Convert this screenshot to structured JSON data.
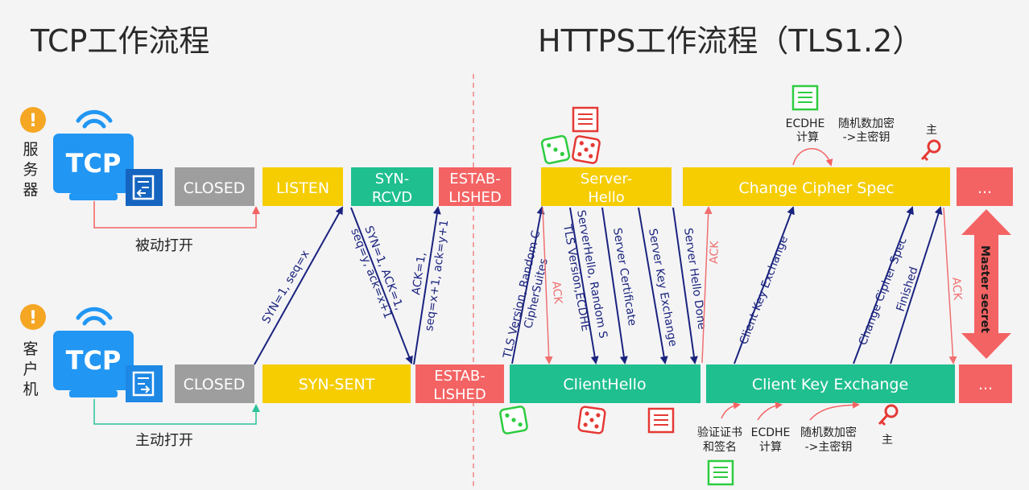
{
  "titles": {
    "tcp": "TCP工作流程",
    "https": "HTTPS工作流程（TLS1.2）"
  },
  "roles": {
    "server": [
      "服",
      "务",
      "器"
    ],
    "client": [
      "客",
      "户",
      "机"
    ],
    "device_label": "TCP"
  },
  "server_states": {
    "closed": "CLOSED",
    "listen": "LISTEN",
    "syn_rcvd": [
      "SYN-",
      "RCVD"
    ],
    "established": [
      "ESTAB-",
      "LISHED"
    ],
    "server_hello": [
      "Server-",
      "Hello"
    ],
    "change_cipher_spec": "Change Cipher Spec",
    "more": "..."
  },
  "client_states": {
    "closed": "CLOSED",
    "syn_sent": "SYN-SENT",
    "established": [
      "ESTAB-",
      "LISHED"
    ],
    "client_hello": "ClientHello",
    "client_key_exchange": "Client Key Exchange",
    "more": "..."
  },
  "open_labels": {
    "passive": "被动打开",
    "active": "主动打开"
  },
  "tcp_messages": {
    "syn": "SYN=1, seq=x",
    "synack_1": "SYN=1, ACK=1,",
    "synack_2": "seq=y, ack=x+1",
    "ack_1": "ACK=1,",
    "ack_2": "seq=x+1, ack=y+1"
  },
  "tls_messages": {
    "client_hello_1": "TLS Version, Random C",
    "client_hello_2": "CipherSuites",
    "server_hello_1": "ServerHello, Random S",
    "server_hello_2": "TLS Version,ECDHE",
    "server_certificate": "Server Certificate",
    "server_key_exchange": "Server Key Exchange",
    "server_hello_done": "Server Hello Done",
    "client_key_exchange": "Client Key Exchange",
    "change_cipher_spec": "Change Cipher Spec",
    "finished": "Finished",
    "ack": "ACK"
  },
  "annotations": {
    "server_ecdhe": [
      "ECDHE",
      "计算"
    ],
    "server_random": [
      "随机数加密",
      "->主密钥"
    ],
    "server_master": "主",
    "client_verify": [
      "验证证书",
      "和签名"
    ],
    "client_ecdhe": [
      "ECDHE",
      "计算"
    ],
    "client_random": [
      "随机数加密",
      "->主密钥"
    ],
    "client_master": "主",
    "master_secret": "Master secret"
  },
  "colors": {
    "closed": "#9e9e9e",
    "yellow": "#f5cd00",
    "green": "#1fbf8f",
    "red": "#f46363",
    "navy": "#1a237e",
    "ack": "#f07070",
    "blue": "#2196f3",
    "orange": "#f5a623",
    "mint": "#2bc29a",
    "doc_green": "#2ecc40",
    "doc_red": "#e53935"
  }
}
